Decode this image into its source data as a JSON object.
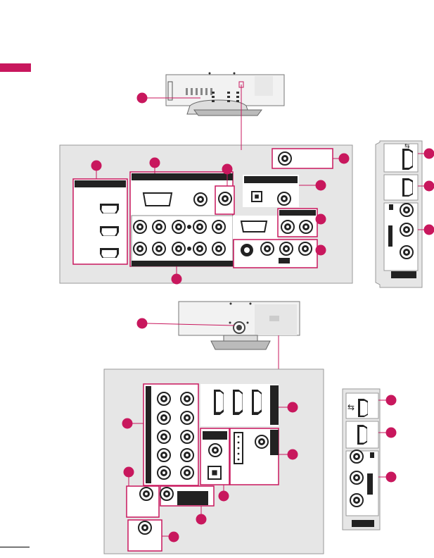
{
  "accent_color": "#c8175d",
  "panel_color": "#e6e6e6",
  "top_diagram": {
    "tv_back": "tv-rear-view",
    "main_panel": "rear-connection-panel",
    "side_panel": "side-connection-panel",
    "icons": [
      "hdmi-port-icon",
      "rgb-pc-port-icon",
      "audio-jack-icon",
      "component-jack-icon",
      "optical-port-icon",
      "rs232c-port-icon",
      "s-video-port-icon",
      "usb-port-icon",
      "headphone-icon"
    ]
  },
  "bottom_diagram": {
    "tv_back": "tv-rear-view",
    "main_panel": "rear-connection-panel",
    "side_panel": "side-connection-panel",
    "icons": [
      "antenna-input-icon",
      "hdmi-port-icon",
      "component-jack-icon",
      "optical-port-icon",
      "rgb-pc-port-icon",
      "usb-port-icon"
    ]
  }
}
